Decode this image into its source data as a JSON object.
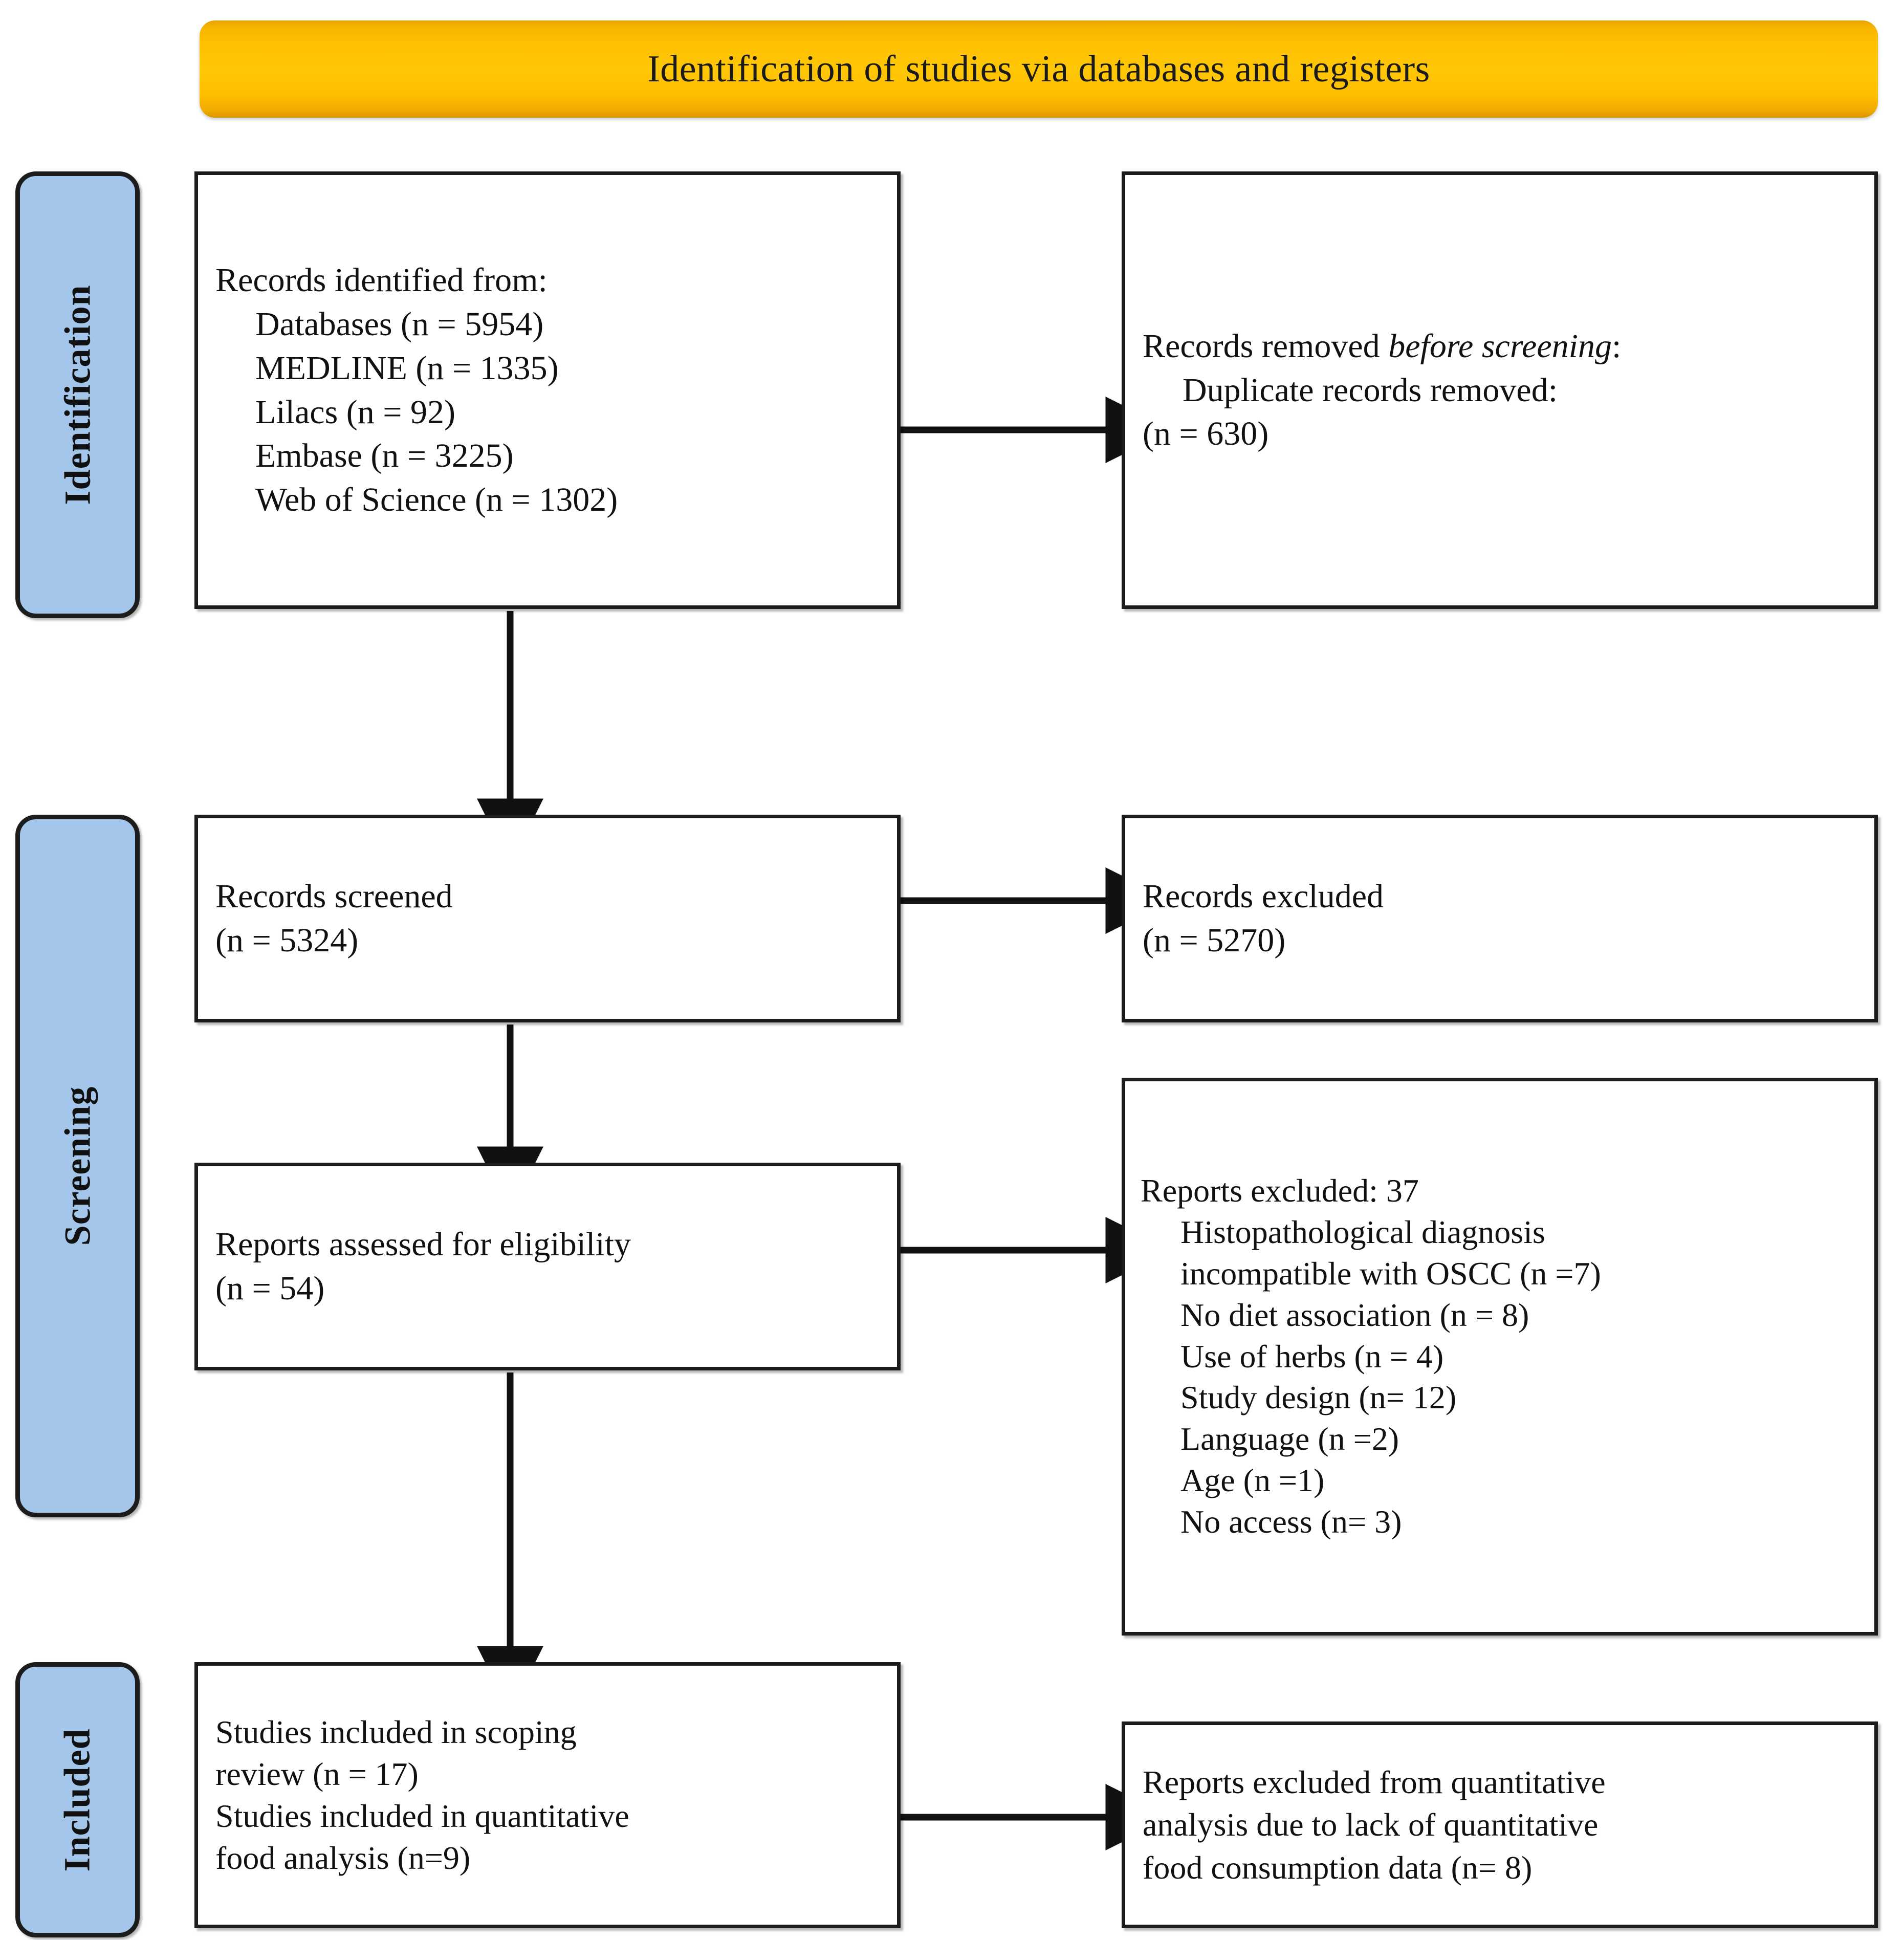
{
  "banner": {
    "title": "Identification of studies via databases and registers",
    "color": "#FFC000"
  },
  "stages": [
    {
      "key": "identification",
      "label": "Identification"
    },
    {
      "key": "screening",
      "label": "Screening"
    },
    {
      "key": "included",
      "label": "Included"
    }
  ],
  "stage_color": "#A3C6EA",
  "boxes": {
    "identified": {
      "heading": "Records identified from:",
      "items": [
        "Databases (n = 5954)",
        "MEDLINE (n = 1335)",
        "Lilacs (n = 92)",
        "Embase (n = 3225)",
        "Web of Science (n = 1302)"
      ]
    },
    "removed_before_screening": {
      "line1_pre": "Records removed ",
      "line1_em": "before screening",
      "line1_post": ":",
      "line2": "Duplicate records removed:",
      "line3": "(n = 630)"
    },
    "records_screened": {
      "line1": "Records screened",
      "line2": "(n = 5324)"
    },
    "records_excluded": {
      "line1": "Records excluded",
      "line2": "(n = 5270)"
    },
    "reports_assessed": {
      "line1": "Reports assessed for eligibility",
      "line2": "(n = 54)"
    },
    "reports_excluded": {
      "heading": "Reports excluded: 37",
      "items": [
        "Histopathological diagnosis",
        "incompatible with OSCC (n =7)",
        "No diet association (n = 8)",
        "Use of herbs (n = 4)",
        "Study design (n= 12)",
        "Language (n =2)",
        "Age (n =1)",
        "No access (n= 3)"
      ]
    },
    "studies_included": {
      "line1": "Studies included in scoping",
      "line2": "review (n = 17)",
      "line3": "Studies included in quantitative",
      "line4": "food analysis (n=9)"
    },
    "reports_excluded_quant": {
      "line1": "Reports excluded from quantitative",
      "line2": "analysis due to lack of quantitative",
      "line3": "food consumption data (n= 8)"
    }
  },
  "chart_data": {
    "type": "diagram",
    "title": "PRISMA flow diagram: Identification of studies via databases and registers",
    "nodes": [
      {
        "id": "identified",
        "stage": "Identification",
        "column": "left",
        "label": "Records identified from: Databases (n = 5954); MEDLINE (n = 1335); Lilacs (n = 92); Embase (n = 3225); Web of Science (n = 1302)",
        "value": 5954
      },
      {
        "id": "removed",
        "stage": "Identification",
        "column": "right",
        "label": "Records removed before screening: Duplicate records removed: (n = 630)",
        "value": 630
      },
      {
        "id": "screened",
        "stage": "Screening",
        "column": "left",
        "label": "Records screened (n = 5324)",
        "value": 5324
      },
      {
        "id": "excluded",
        "stage": "Screening",
        "column": "right",
        "label": "Records excluded (n = 5270)",
        "value": 5270
      },
      {
        "id": "assessed",
        "stage": "Screening",
        "column": "left",
        "label": "Reports assessed for eligibility (n = 54)",
        "value": 54
      },
      {
        "id": "rep_excl",
        "stage": "Screening",
        "column": "right",
        "label": "Reports excluded: 37",
        "value": 37
      },
      {
        "id": "included",
        "stage": "Included",
        "column": "left",
        "label": "Studies included in scoping review (n = 17); Studies included in quantitative food analysis (n=9)",
        "value": 17
      },
      {
        "id": "excl_quant",
        "stage": "Included",
        "column": "right",
        "label": "Reports excluded from quantitative analysis due to lack of quantitative food consumption data (n= 8)",
        "value": 8
      }
    ],
    "edges": [
      {
        "from": "identified",
        "to": "removed",
        "direction": "right"
      },
      {
        "from": "identified",
        "to": "screened",
        "direction": "down"
      },
      {
        "from": "screened",
        "to": "excluded",
        "direction": "right"
      },
      {
        "from": "screened",
        "to": "assessed",
        "direction": "down"
      },
      {
        "from": "assessed",
        "to": "rep_excl",
        "direction": "right"
      },
      {
        "from": "assessed",
        "to": "included",
        "direction": "down"
      },
      {
        "from": "included",
        "to": "excl_quant",
        "direction": "right"
      }
    ],
    "exclusion_reasons": {
      "categories": [
        "Histopathological diagnosis incompatible with OSCC",
        "No diet association",
        "Use of herbs",
        "Study design",
        "Language",
        "Age",
        "No access"
      ],
      "values": [
        7,
        8,
        4,
        12,
        2,
        1,
        3
      ],
      "total": 37
    }
  }
}
